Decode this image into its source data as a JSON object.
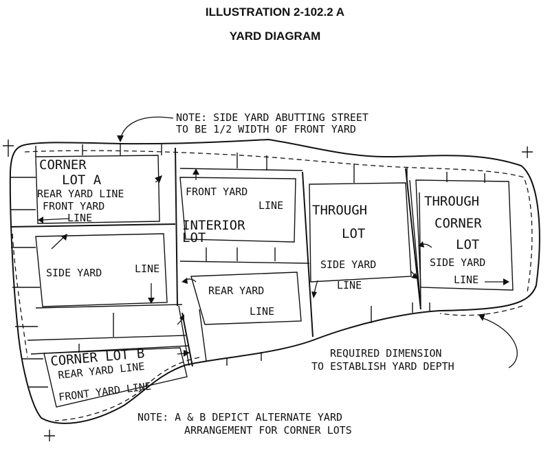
{
  "header": {
    "title": "ILLUSTRATION 2-102.2 A",
    "subtitle": "YARD DIAGRAM"
  },
  "notes": {
    "side_yard": [
      "NOTE: SIDE YARD ABUTTING STREET",
      "TO BE 1/2 WIDTH OF FRONT YARD"
    ],
    "required_dimension": [
      "REQUIRED DIMENSION",
      "TO ESTABLISH YARD DEPTH"
    ],
    "corner_lots": [
      "NOTE: A & B DEPICT ALTERNATE YARD",
      "ARRANGEMENT FOR CORNER LOTS"
    ]
  },
  "lots": {
    "corner_a": {
      "name": [
        "CORNER",
        "LOT A"
      ],
      "rear": "REAR YARD LINE",
      "front": [
        "FRONT YARD",
        "LINE"
      ],
      "side": [
        "SIDE YARD",
        "LINE"
      ]
    },
    "interior": {
      "front": [
        "FRONT YARD",
        "LINE"
      ],
      "name": [
        "INTERIOR",
        "LOT"
      ],
      "rear": [
        "REAR YARD",
        "LINE"
      ]
    },
    "through": {
      "name": [
        "THROUGH",
        "LOT"
      ],
      "side": [
        "SIDE YARD",
        "LINE"
      ]
    },
    "through_corner": {
      "name": [
        "THROUGH",
        "CORNER",
        "LOT"
      ],
      "side": [
        "SIDE YARD",
        "LINE"
      ]
    },
    "corner_b": {
      "name": "CORNER LOT B",
      "rear": "REAR YARD LINE",
      "front": "FRONT YARD LINE"
    }
  }
}
